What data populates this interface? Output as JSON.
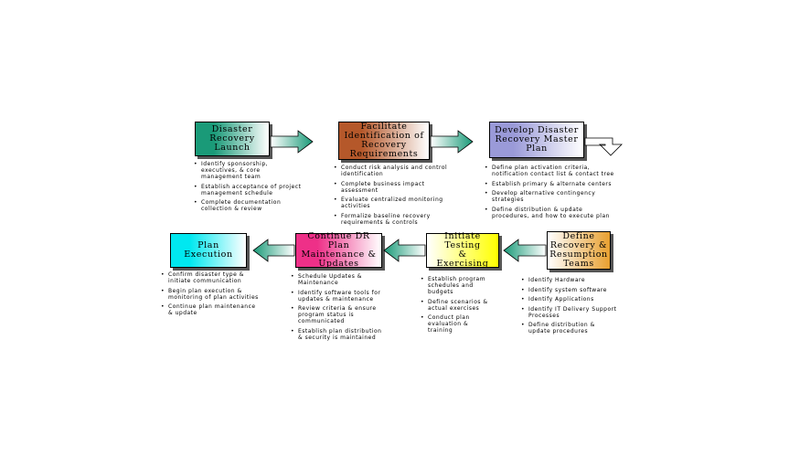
{
  "steps": [
    {
      "title": "Disaster\nRecovery\nLaunch",
      "color": "#1a9a78",
      "bullets": [
        "Identify sponsorship,\nexecutives, & core\nmanagement team",
        "Establish acceptance of project\nmanagement schedule",
        "Complete documentation\ncollection & review"
      ]
    },
    {
      "title": "Facilitate\nIdentification of\nRecovery\nRequirements",
      "color": "#b5582a",
      "bullets": [
        "Conduct risk analysis and control\nidentification",
        "Complete business impact\nassessment",
        "Evaluate centralized monitoring\nactivities",
        "Formalize baseline recovery\nrequirements & controls"
      ]
    },
    {
      "title": "Develop Disaster\nRecovery Master\nPlan",
      "color": "#9a9ad8",
      "bullets": [
        "Define plan activation criteria,\nnotification contact list & contact tree",
        "Establish primary & alternate centers",
        "Develop alternative contingency\nstrategies",
        "Define distribution & update\nprocedures, and how to execute plan"
      ]
    },
    {
      "title": "Define\nRecovery &\nResumption\nTeams",
      "color": "#e8a030",
      "bullets": [
        "Identify Hardware",
        "Identify system software",
        "Identify Applications",
        "Identify IT Delivery Support\nProcesses",
        "Define distribution &\nupdate procedures"
      ]
    },
    {
      "title": "Initiate Testing\n&\nExercising",
      "color": "#ffff00",
      "bullets": [
        "Establish program\nschedules and\nbudgets",
        "Define scenarios &\nactual exercises",
        "Conduct plan\nevaluation &\ntraining"
      ]
    },
    {
      "title": "Continue DR Plan\nMaintenance &\nUpdates",
      "color": "#ee3088",
      "bullets": [
        "Schedule Updates &\nMaintenance",
        "Identify software tools for\nupdates & maintenance",
        "Review criteria & ensure\nprogram status is\ncommunicated",
        "Establish plan distribution\n& security is maintained"
      ]
    },
    {
      "title": "Plan\nExecution",
      "color": "#00e8f0",
      "bullets": [
        "Confirm disaster type &\ninitiate communication",
        "Begin plan execution &\nmonitoring of plan activities",
        "Continue plan maintenance\n& update"
      ]
    }
  ],
  "colors": {
    "arrow_start": "#ffffff",
    "arrow_end": "#1a9a78",
    "outline": "#000000"
  }
}
